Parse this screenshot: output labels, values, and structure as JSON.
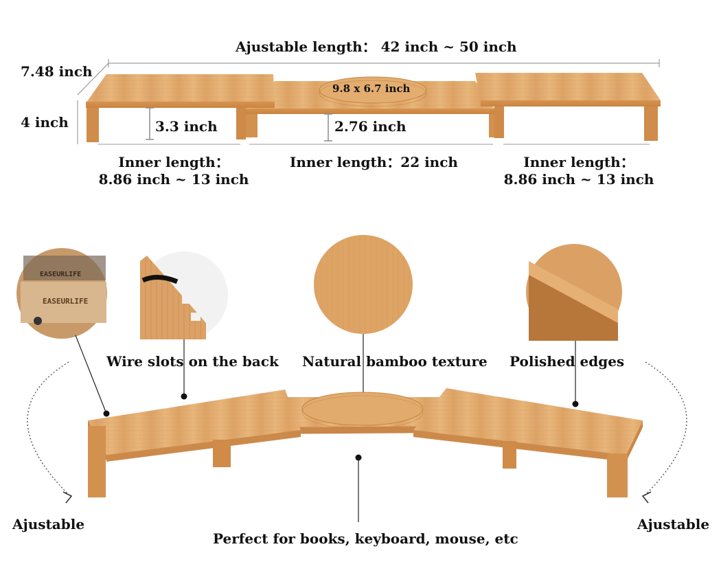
{
  "colors": {
    "bamboo_light": "#e7b47a",
    "bamboo_mid": "#d99c5c",
    "bamboo_dark": "#c27c3c",
    "line": "#8a8a8a",
    "text": "#111111"
  },
  "dimensions": {
    "adjustable_length": "Ajustable length： 42 inch ~ 50 inch",
    "depth": "7.48 inch",
    "height": "4 inch",
    "left_clearance": "3.3 inch",
    "center_clearance": "2.76 inch",
    "platform_size": "9.8 x 6.7 inch",
    "left_inner_title": "Inner length：",
    "left_inner_value": "8.86 inch ~ 13 inch",
    "center_inner": "Inner length：22 inch",
    "right_inner_title": "Inner length：",
    "right_inner_value": "8.86 inch ~ 13 inch"
  },
  "features": {
    "brand_1": "EASEURLIFE",
    "brand_2": "EASEURLIFE",
    "wire_slots": "Wire slots on the back",
    "texture": "Natural bamboo texture",
    "edges": "Polished edges",
    "adjustable_left": "Ajustable",
    "adjustable_right": "Ajustable",
    "perfect_for": "Perfect for books, keyboard, mouse, etc"
  },
  "icons": [
    "arrow-curve-left-icon",
    "arrow-curve-right-icon"
  ]
}
